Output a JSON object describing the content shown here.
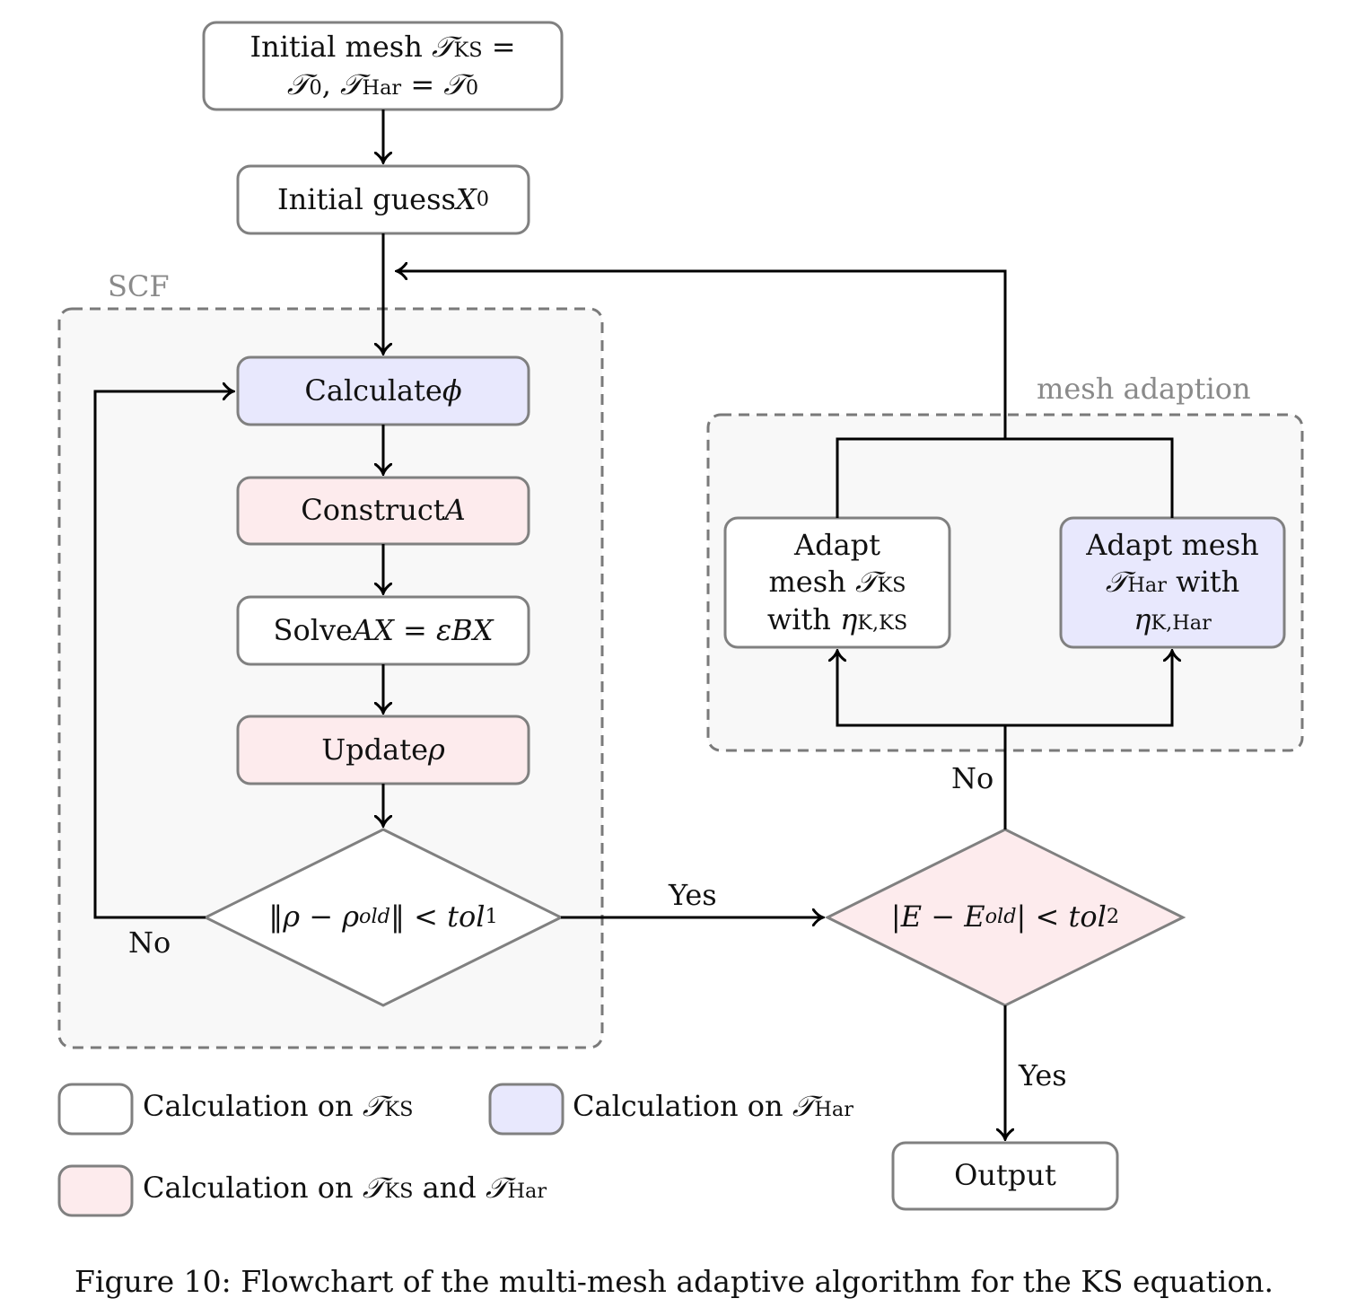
{
  "colors": {
    "white_fill": "#ffffff",
    "blue_fill": "#e8e8fd",
    "pink_fill": "#fdebed",
    "group_fill": "#f8f8f8",
    "border": "#808080",
    "group_border": "#7a7a7a",
    "arrow": "#000000"
  },
  "groups": {
    "scf_label": "SCF",
    "mesh_label": "mesh adaption"
  },
  "nodes": {
    "initial_mesh": {
      "line1_text": "Initial mesh ",
      "line1_T": "𝒯",
      "line1_sub": "KS",
      "line1_eq": " =",
      "line2_T0": "𝒯",
      "line2_T0_sub": "0",
      "line2_comma": ", ",
      "line2_T": "𝒯",
      "line2_T_sub": "Har",
      "line2_eq": " = ",
      "line2_T0b": "𝒯",
      "line2_T0b_sub": "0"
    },
    "initial_guess": {
      "text": "Initial guess ",
      "var": "X",
      "sub": "0"
    },
    "calculate_phi": {
      "text": "Calculate ",
      "var": "ϕ"
    },
    "construct_a": {
      "text": "Construct ",
      "var": "A"
    },
    "solve": {
      "text": "Solve ",
      "expr": "AX = εBX"
    },
    "update_rho": {
      "text": "Update ",
      "var": "ρ"
    },
    "decision_rho": {
      "expr": "‖ρ − ρ",
      "sub": "old",
      "expr2": "‖ < tol",
      "sub2": "1"
    },
    "decision_energy": {
      "expr": "|E − E",
      "sub": "old",
      "expr2": "| < tol",
      "sub2": "2"
    },
    "adapt_ks": {
      "line1": "Adapt",
      "line2_text": "mesh ",
      "line2_T": "𝒯",
      "line2_sub": "KS",
      "line3_text": "with ",
      "line3_eta": "η",
      "line3_sub": "K,KS"
    },
    "adapt_har": {
      "line1": "Adapt mesh",
      "line2_T": "𝒯",
      "line2_sub": "Har",
      "line2_text": " with",
      "line3_eta": "η",
      "line3_sub": "K,Har"
    },
    "output": {
      "text": "Output"
    }
  },
  "edge_labels": {
    "scf_no": "No",
    "scf_yes": "Yes",
    "energy_no": "No",
    "energy_yes": "Yes"
  },
  "legend": {
    "ks": {
      "text": "Calculation on ",
      "T": "𝒯",
      "sub": "KS"
    },
    "har": {
      "text": "Calculation on ",
      "T": "𝒯",
      "sub": "Har"
    },
    "both": {
      "text": "Calculation on ",
      "T1": "𝒯",
      "sub1": "KS",
      "and": " and ",
      "T2": "𝒯",
      "sub2": "Har"
    }
  },
  "caption": "Figure 10: Flowchart of the multi-mesh adaptive algorithm for the KS equation."
}
